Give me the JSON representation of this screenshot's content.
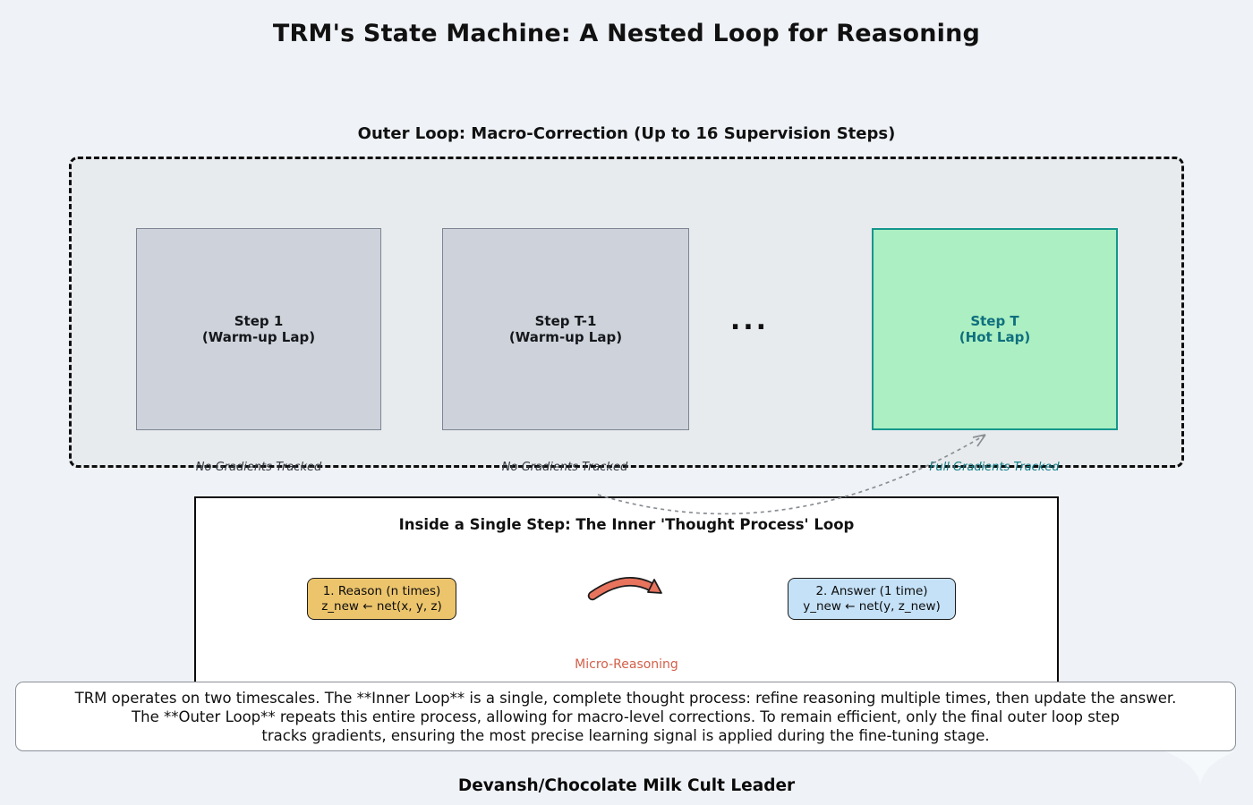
{
  "title": "TRM's State Machine: A Nested Loop for Reasoning",
  "outer_loop": {
    "label": "Outer Loop: Macro-Correction (Up to 16 Supervision Steps)",
    "ellipsis": "...",
    "steps": [
      {
        "line1": "Step 1",
        "line2": "(Warm-up Lap)",
        "caption": "No Gradients Tracked",
        "variant": "warmup"
      },
      {
        "line1": "Step T-1",
        "line2": "(Warm-up Lap)",
        "caption": "No Gradients Tracked",
        "variant": "warmup"
      },
      {
        "line1": "Step T",
        "line2": "(Hot Lap)",
        "caption": "Full Gradients Tracked",
        "variant": "hot"
      }
    ]
  },
  "inner_loop": {
    "title": "Inside a Single Step: The Inner 'Thought Process' Loop",
    "reason_box": {
      "line1": "1. Reason (n times)",
      "line2": "z_new ← net(x, y, z)"
    },
    "answer_box": {
      "line1": "2. Answer (1 time)",
      "line2": "y_new ← net(y, z_new)"
    },
    "arrow_label": "Micro-Reasoning"
  },
  "tooltip": {
    "line1": "TRM operates on two timescales. The **Inner Loop** is a single, complete thought process: refine reasoning multiple times, then update the answer.",
    "line2": "The **Outer Loop** repeats this entire process, allowing for macro-level corrections. To remain efficient, only the final outer loop step",
    "line3": "tracks gradients, ensuring the most precise learning signal is applied during the fine-tuning stage."
  },
  "caption": "Devansh/Chocolate Milk Cult Leader",
  "colors": {
    "background": "#eff2f6",
    "outer_box_fill": "#e8ebee",
    "warmup_fill": "#ced3db",
    "warmup_border": "#7d8492",
    "hot_fill": "#abefc2",
    "hot_border": "#14968c",
    "hot_text": "#0f6f7e",
    "teal_caption": "#0e7b85",
    "reason_fill": "#ecc46c",
    "answer_fill": "#c5e1f7",
    "salmon_accent": "#d9604a",
    "dashed_arrow": "#8a8f94",
    "tooltip_border": "#8b9097"
  }
}
